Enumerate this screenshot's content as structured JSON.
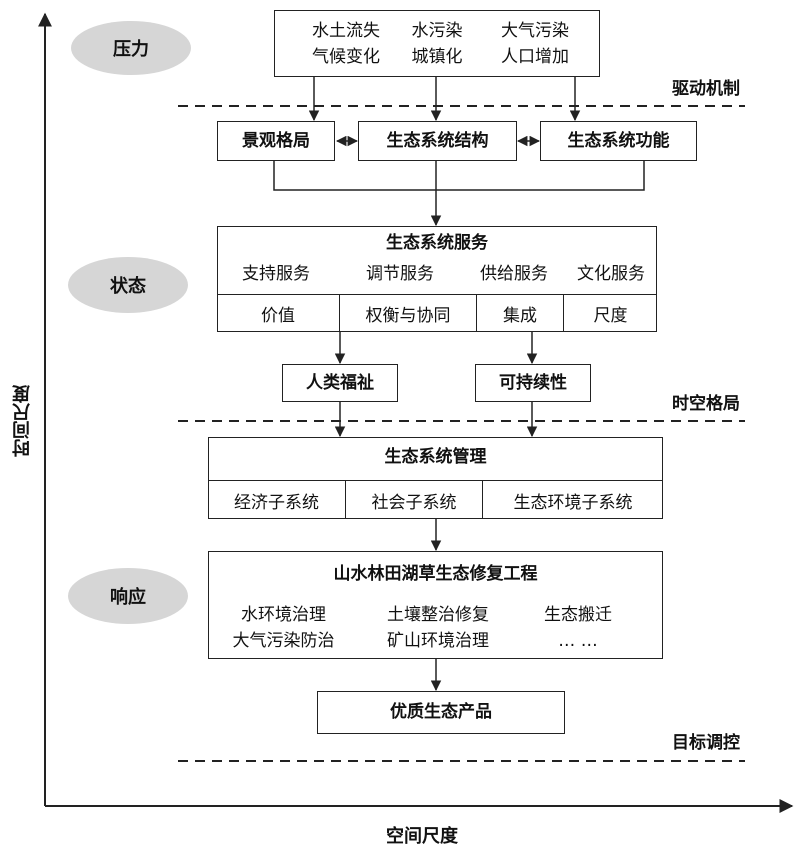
{
  "axes": {
    "y_label": "时间尺度",
    "x_label": "空间尺度"
  },
  "stages": {
    "pressure": "压力",
    "state": "状态",
    "response": "响应"
  },
  "layers": {
    "driving": "驱动机制",
    "pattern": "时空格局",
    "target": "目标调控"
  },
  "pressure_box": {
    "row1": [
      "水土流失",
      "水污染",
      "大气污染"
    ],
    "row2": [
      "气候变化",
      "城镇化",
      "人口增加"
    ]
  },
  "structure_row": {
    "left": "景观格局",
    "middle": "生态系统结构",
    "right": "生态系统功能"
  },
  "services": {
    "title": "生态系统服务",
    "types": [
      "支持服务",
      "调节服务",
      "供给服务",
      "文化服务"
    ],
    "aspects": [
      "价值",
      "权衡与协同",
      "集成",
      "尺度"
    ]
  },
  "wellbeing": "人类福祉",
  "sustainability": "可持续性",
  "management": {
    "title": "生态系统管理",
    "subsystems": [
      "经济子系统",
      "社会子系统",
      "生态环境子系统"
    ]
  },
  "restoration": {
    "title": "山水林田湖草生态修复工程",
    "row1": [
      "水环境治理",
      "土壤整治修复",
      "生态搬迁"
    ],
    "row2": [
      "大气污染防治",
      "矿山环境治理",
      "…  …"
    ]
  },
  "product": "优质生态产品"
}
